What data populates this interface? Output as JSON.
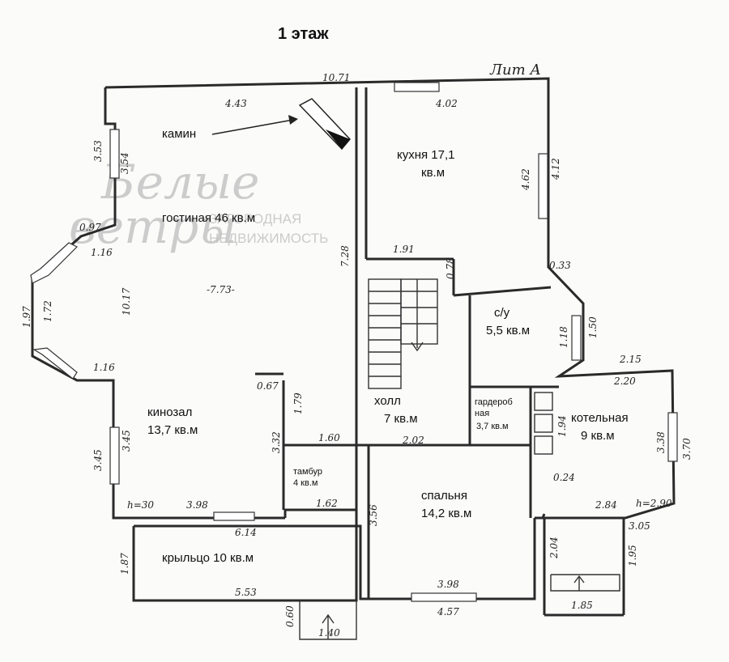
{
  "title": "1 этаж",
  "lit_label": "Лит А",
  "fireplace_label": "камин",
  "watermark": {
    "logo_line1": "Белые",
    "logo_line2": "ветры",
    "line1": "ЗАГОРОДНАЯ",
    "line2": "НЕДВИЖИМОСТЬ"
  },
  "rooms": {
    "living": "гостиная 46 кв.м",
    "kitchen_name": "кухня 17,1",
    "kitchen_area": "кв.м",
    "cinema_name": "кинозал",
    "cinema_area": "13,7 кв.м",
    "hall_name": "холл",
    "hall_area": "7 кв.м",
    "wc_name": "с/у",
    "wc_area": "5,5 кв.м",
    "wardrobe_name1": "гардероб",
    "wardrobe_name2": "ная",
    "wardrobe_area": "3,7 кв.м",
    "boiler_name": "котельная",
    "boiler_area": "9 кв.м",
    "vestibule_name": "тамбур",
    "vestibule_area": "4 кв.м",
    "bedroom_name": "спальня",
    "bedroom_area": "14,2 кв.м",
    "porch": "крыльцо 10 кв.м"
  },
  "dimensions": {
    "d1071": "10.71",
    "d443": "4.43",
    "d402": "4.02",
    "d353": "3.53",
    "d354": "3.54",
    "d462": "4.62",
    "d412": "4.12",
    "d097": "0.97",
    "d116a": "1.16",
    "d728": "7.28",
    "d191": "1.91",
    "d078": "0.78",
    "d033": "0.33",
    "d1017": "10.17",
    "d773": "-7.73-",
    "d197": "1.97",
    "d172": "1.72",
    "d118": "1.18",
    "d150": "1.50",
    "d116b": "1.16",
    "d215": "2.15",
    "d220": "2.20",
    "d067": "0.67",
    "d179": "1.79",
    "d194": "1.94",
    "d345a": "3.45",
    "d345b": "3.45",
    "d332": "3.32",
    "d160": "1.60",
    "d202": "2.02",
    "d338": "3.38",
    "d370": "3.70",
    "d024": "0.24",
    "h30": "h=30",
    "d398a": "3.98",
    "d162": "1.62",
    "d356": "3.56",
    "d284": "2.84",
    "h290": "h=2.90",
    "d614": "6.14",
    "d305": "3.05",
    "d187": "1.87",
    "d204": "2.04",
    "d195": "1.95",
    "d553": "5.53",
    "d398b": "3.98",
    "d457": "4.57",
    "d185": "1.85",
    "d060": "0.60",
    "d140": "1.40"
  }
}
